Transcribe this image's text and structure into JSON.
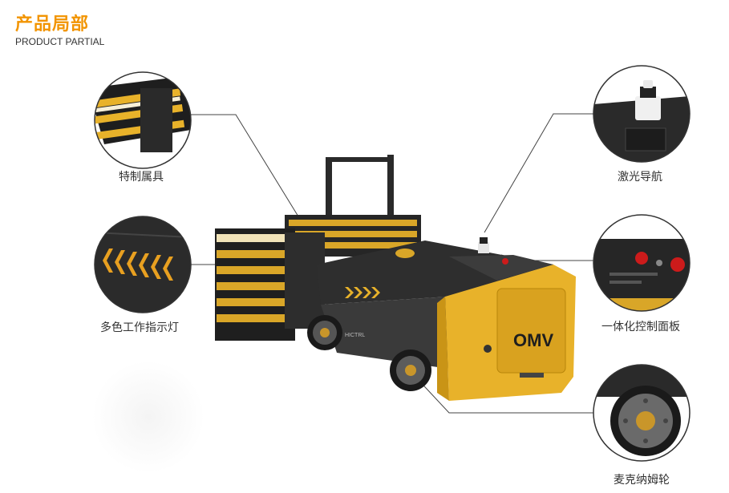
{
  "header": {
    "title_cn": "产品局部",
    "title_en": "PRODUCT PARTIAL"
  },
  "callouts": {
    "fixture": "特制属具",
    "indicator": "多色工作指示灯",
    "laser": "激光导航",
    "panel": "一体化控制面板",
    "wheel": "麦克纳姆轮"
  },
  "vehicle": {
    "badge": "OMV",
    "brand": "HICTRL"
  },
  "colors": {
    "accent": "#f29400",
    "body_yellow": "#e8b22a",
    "dark": "#2b2b2b"
  }
}
